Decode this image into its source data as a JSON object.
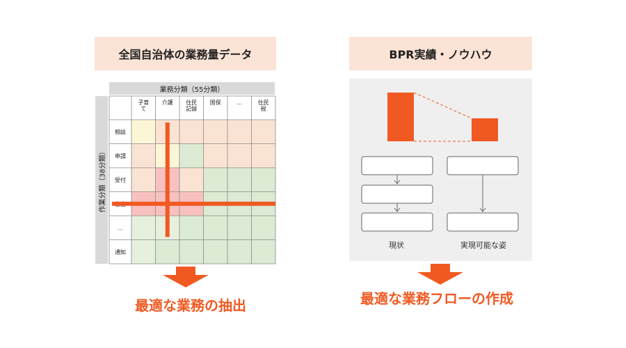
{
  "left_panel": {
    "title": "全国自治体の業務量データ",
    "matrix": {
      "column_axis_label": "業務分類（55分類）",
      "row_axis_label": "作業分類（38分類）",
      "columns": [
        "子育\nて",
        "介護",
        "住民\n記録",
        "国保",
        "…",
        "住民\n税"
      ],
      "rows": [
        "相談",
        "申請",
        "受付",
        "審査",
        "…",
        "通知"
      ],
      "colors": {
        "light_yellow": "#fdf6d6",
        "peach": "#fbe3d3",
        "pink": "#f8c1c0",
        "green": "#dcebd3",
        "light_green": "#e6f0dc",
        "highlight": "#f05a22"
      },
      "cell_tones": [
        [
          "light_yellow",
          "peach",
          "peach",
          "peach",
          "peach",
          "peach"
        ],
        [
          "peach",
          "light_yellow",
          "green",
          "peach",
          "peach",
          "peach"
        ],
        [
          "peach",
          "pink",
          "peach",
          "green",
          "green",
          "green"
        ],
        [
          "pink",
          "pink",
          "pink",
          "green",
          "green",
          "green"
        ],
        [
          "light_green",
          "light_green",
          "green",
          "green",
          "green",
          "green"
        ],
        [
          "light_green",
          "green",
          "green",
          "green",
          "green",
          "green"
        ]
      ]
    },
    "result": "最適な業務の抽出"
  },
  "right_panel": {
    "title": "BPR実績・ノウハウ",
    "current_label": "現状",
    "future_label": "実現可能な姿",
    "result": "最適な業務フローの作成"
  },
  "accent_color": "#f05a22"
}
